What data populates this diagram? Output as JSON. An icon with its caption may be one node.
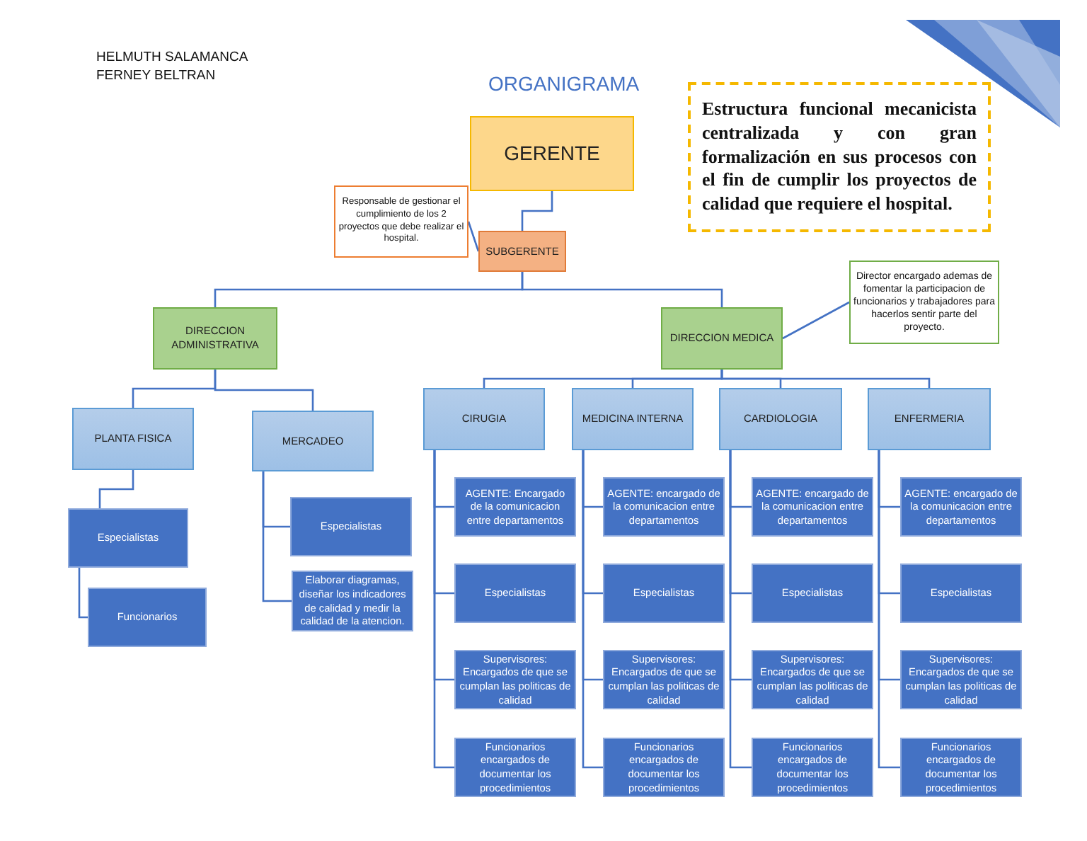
{
  "diagram": {
    "title": "ORGANIGRAMA",
    "nodes": [
      {
        "text": [
          "GERENTE"
        ]
      },
      {
        "text": [
          "Responsable de gestionar el cumplimiento de los 2 proyectos que debe realizar el hospital."
        ]
      },
      {
        "text": [
          "SUBGERENTE"
        ]
      },
      {
        "text": [
          "Estructura funcional mecanicista centralizada y con gran formalización en sus procesos con el fin de cumplir los proyectos de calidad que requiere el hospital."
        ]
      },
      {
        "text": [
          "DIRECCION ADMINISTRATIVA"
        ]
      },
      {
        "text": [
          "DIRECCION  MEDICA"
        ]
      },
      {
        "text": [
          "Director encargado ademas de fomentar la participacion de funcionarios y trabajadores para hacerlos sentir parte del proyecto."
        ]
      },
      {
        "text": [
          "PLANTA FISICA"
        ]
      },
      {
        "text": [
          "MERCADEO"
        ]
      },
      {
        "text": [
          "CIRUGIA"
        ]
      },
      {
        "text": [
          "MEDICINA INTERNA"
        ]
      },
      {
        "text": [
          "CARDIOLOGIA"
        ]
      },
      {
        "text": [
          "ENFERMERIA"
        ]
      },
      {
        "text": [
          "Especialistas"
        ]
      },
      {
        "text": [
          "Funcionarios"
        ]
      },
      {
        "text": [
          "Especialistas"
        ]
      },
      {
        "text": [
          "Elaborar diagramas, diseñar los indicadores de calidad y medir la calidad de la atencion."
        ]
      },
      {
        "text": [
          "AGENTE:  Encargado de la comunicacion entre departamentos"
        ]
      },
      {
        "text": [
          "Especialistas"
        ]
      },
      {
        "text": [
          "Supervisores: Encargados de que se cumplan las politicas de calidad"
        ]
      },
      {
        "text": [
          "Funcionarios encargados de documentar los procedimientos"
        ]
      },
      {
        "text": [
          "AGENTE: encargado de la comunicacion entre departamentos"
        ]
      },
      {
        "text": [
          "Especialistas"
        ]
      },
      {
        "text": [
          "Supervisores: Encargados de que se cumplan las politicas de calidad"
        ]
      },
      {
        "text": [
          "Funcionarios encargados de documentar los procedimientos"
        ]
      },
      {
        "text": [
          "AGENTE: encargado de la comunicacion entre departamentos"
        ]
      },
      {
        "text": [
          "Especialistas"
        ]
      },
      {
        "text": [
          "Supervisores: Encargados de que se cumplan las politicas de calidad"
        ]
      },
      {
        "text": [
          "Funcionarios encargados de documentar los procedimientos"
        ]
      },
      {
        "text": [
          "AGENTE: encargado de la comunicacion entre departamentos"
        ]
      },
      {
        "text": [
          "Especialistas"
        ]
      },
      {
        "text": [
          "Supervisores: Encargados de que se cumplan las politicas de calidad"
        ]
      },
      {
        "text": [
          "Funcionarios encargados de documentar los procedimientos"
        ]
      }
    ],
    "edges": [
      {
        "from": 0,
        "to": 2,
        "arrow": "none"
      },
      {
        "from": 1,
        "to": 2,
        "arrow": "none"
      },
      {
        "from": 2,
        "to": 4,
        "arrow": "none"
      },
      {
        "from": 2,
        "to": 5,
        "arrow": "none"
      },
      {
        "from": 5,
        "to": 6,
        "arrow": "none"
      },
      {
        "from": 4,
        "to": 7,
        "arrow": "none"
      },
      {
        "from": 4,
        "to": 8,
        "arrow": "none"
      },
      {
        "from": 5,
        "to": 9,
        "arrow": "none"
      },
      {
        "from": 5,
        "to": 10,
        "arrow": "none"
      },
      {
        "from": 5,
        "to": 11,
        "arrow": "none"
      },
      {
        "from": 5,
        "to": 12,
        "arrow": "none"
      },
      {
        "from": 7,
        "to": 13,
        "arrow": "none"
      },
      {
        "from": 13,
        "to": 14,
        "arrow": "none"
      },
      {
        "from": 8,
        "to": 15,
        "arrow": "none"
      },
      {
        "from": 8,
        "to": 16,
        "arrow": "none"
      },
      {
        "from": 9,
        "to": 17,
        "arrow": "none"
      },
      {
        "from": 9,
        "to": 18,
        "arrow": "none"
      },
      {
        "from": 9,
        "to": 19,
        "arrow": "none"
      },
      {
        "from": 9,
        "to": 20,
        "arrow": "none"
      },
      {
        "from": 10,
        "to": 21,
        "arrow": "none"
      },
      {
        "from": 10,
        "to": 22,
        "arrow": "none"
      },
      {
        "from": 10,
        "to": 23,
        "arrow": "none"
      },
      {
        "from": 10,
        "to": 24,
        "arrow": "none"
      },
      {
        "from": 11,
        "to": 25,
        "arrow": "none"
      },
      {
        "from": 11,
        "to": 26,
        "arrow": "none"
      },
      {
        "from": 11,
        "to": 27,
        "arrow": "none"
      },
      {
        "from": 11,
        "to": 28,
        "arrow": "none"
      },
      {
        "from": 12,
        "to": 29,
        "arrow": "none"
      },
      {
        "from": 12,
        "to": 30,
        "arrow": "none"
      },
      {
        "from": 12,
        "to": 31,
        "arrow": "none"
      },
      {
        "from": 12,
        "to": 32,
        "arrow": "none"
      }
    ],
    "labels": [
      "HELMUTH SALAMANCA",
      "FERNEY BELTRAN"
    ]
  }
}
